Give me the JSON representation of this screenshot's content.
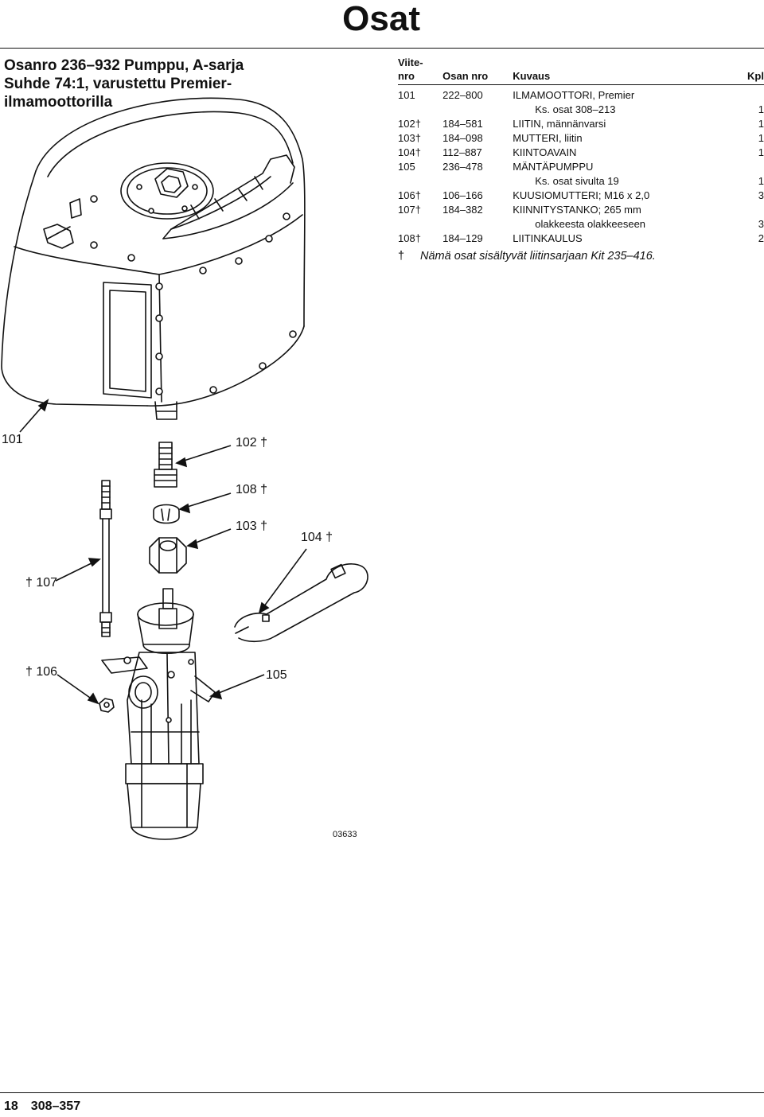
{
  "page": {
    "heading": "Osat",
    "assembly_title": [
      "Osanro 236–932 Pumppu, A-sarja",
      "Suhde 74:1, varustettu Premier-",
      "ilmamoottorilla"
    ]
  },
  "table": {
    "headers": {
      "ref_line1": "Viite-",
      "ref_line2": "nro",
      "part": "Osan nro",
      "desc": "Kuvaus",
      "qty": "Kpl"
    },
    "rows": [
      {
        "ref": "101",
        "part": "222–800",
        "desc": "ILMAMOOTTORI, Premier",
        "qty": ""
      },
      {
        "ref": "",
        "part": "",
        "desc": "Ks. osat 308–213",
        "qty": "1",
        "indent": true
      },
      {
        "ref": "102†",
        "part": "184–581",
        "desc": "LIITIN, männänvarsi",
        "qty": "1"
      },
      {
        "ref": "103†",
        "part": "184–098",
        "desc": "MUTTERI, liitin",
        "qty": "1"
      },
      {
        "ref": "104†",
        "part": "112–887",
        "desc": "KIINTOAVAIN",
        "qty": "1"
      },
      {
        "ref": "105",
        "part": "236–478",
        "desc": "MÄNTÄPUMPPU",
        "qty": ""
      },
      {
        "ref": "",
        "part": "",
        "desc": "Ks. osat sivulta 19",
        "qty": "1",
        "indent": true
      },
      {
        "ref": "106†",
        "part": "106–166",
        "desc": "KUUSIOMUTTERI; M16 x 2,0",
        "qty": "3"
      },
      {
        "ref": "107†",
        "part": "184–382",
        "desc": "KIINNITYSTANKO; 265 mm",
        "qty": ""
      },
      {
        "ref": "",
        "part": "",
        "desc": "olakkeesta olakkeeseen",
        "qty": "3",
        "indent": true
      },
      {
        "ref": "108†",
        "part": "184–129",
        "desc": "LIITINKAULUS",
        "qty": "2"
      }
    ],
    "footnote": {
      "symbol": "†",
      "text": "Nämä osat sisältyvät liitinsarjaan Kit 235–416."
    }
  },
  "figure": {
    "callouts": {
      "c101": "101",
      "c102": "102 †",
      "c108": "108 †",
      "c103": "103 †",
      "c104": "104 †",
      "c107": "† 107",
      "c106": "† 106",
      "c105": "105"
    },
    "figure_id": "03633"
  },
  "footer": {
    "page_number": "18",
    "doc_number": "308–357"
  }
}
